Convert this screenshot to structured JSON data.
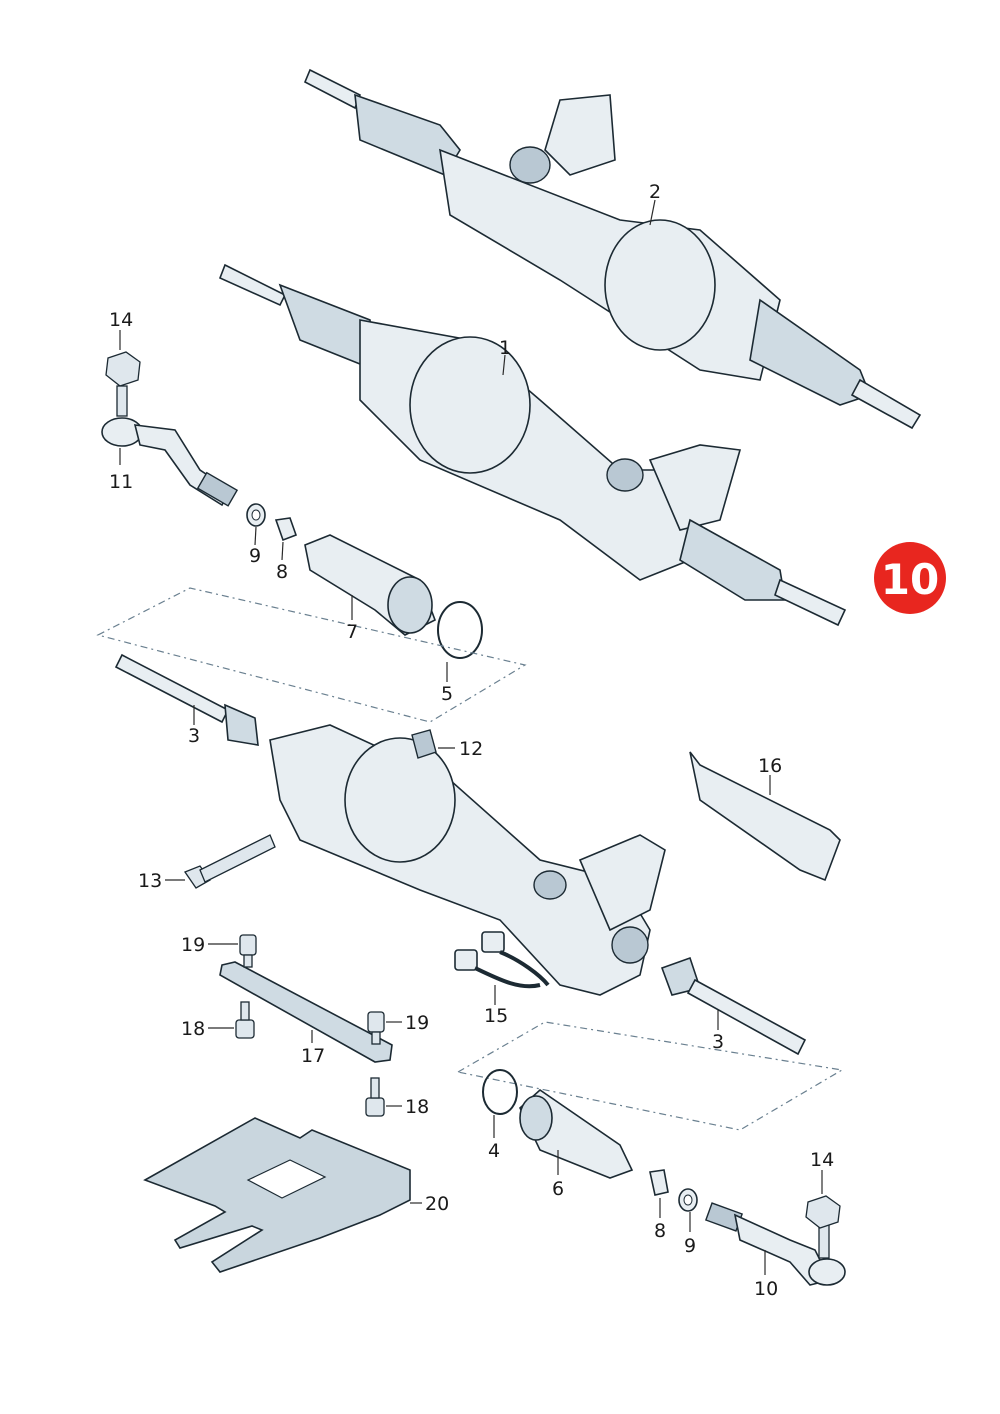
{
  "badge": {
    "text": "10",
    "color": "#e8261f"
  },
  "colors": {
    "part_fill": "#e8eef2",
    "part_shade": "#b9c8d3",
    "outline": "#1c2a33"
  },
  "callouts": {
    "c1": "1",
    "c2": "2",
    "c3a": "3",
    "c3b": "3",
    "c4": "4",
    "c5": "5",
    "c6": "6",
    "c7": "7",
    "c8a": "8",
    "c8b": "8",
    "c9a": "9",
    "c9b": "9",
    "c10": "10",
    "c11": "11",
    "c12": "12",
    "c13": "13",
    "c14a": "14",
    "c14b": "14",
    "c15": "15",
    "c16": "16",
    "c17": "17",
    "c18a": "18",
    "c18b": "18",
    "c19a": "19",
    "c19b": "19",
    "c20": "20"
  }
}
